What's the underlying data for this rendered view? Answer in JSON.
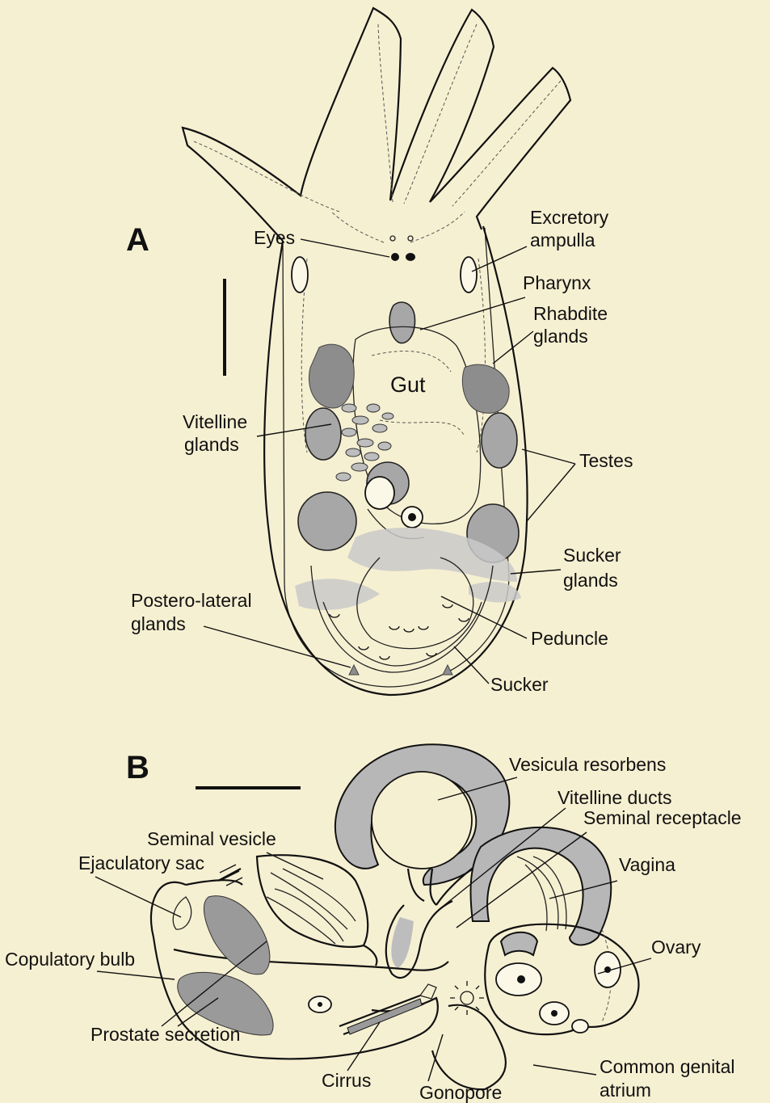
{
  "panels": {
    "a": "A",
    "b": "B"
  },
  "labels_a": {
    "eyes": "Eyes",
    "excretory_1": "Excretory",
    "excretory_2": "ampulla",
    "pharynx": "Pharynx",
    "rhabdite_1": "Rhabdite",
    "rhabdite_2": "glands",
    "gut": "Gut",
    "vitelline_1": "Vitelline",
    "vitelline_2": "glands",
    "testes": "Testes",
    "sucker_glands_1": "Sucker",
    "sucker_glands_2": "glands",
    "postero_1": "Postero-lateral",
    "postero_2": "glands",
    "peduncle": "Peduncle",
    "sucker": "Sucker"
  },
  "labels_b": {
    "vesicula": "Vesicula resorbens",
    "vitelline_ducts": "Vitelline ducts",
    "seminal_receptacle": "Seminal receptacle",
    "seminal_vesicle": "Seminal vesicle",
    "ejaculatory_sac": "Ejaculatory sac",
    "vagina": "Vagina",
    "copulatory_bulb": "Copulatory bulb",
    "ovary": "Ovary",
    "prostate": "Prostate secretion",
    "common_1": "Common genital",
    "common_2": "atrium",
    "cirrus": "Cirrus",
    "gonopore": "Gonopore"
  }
}
